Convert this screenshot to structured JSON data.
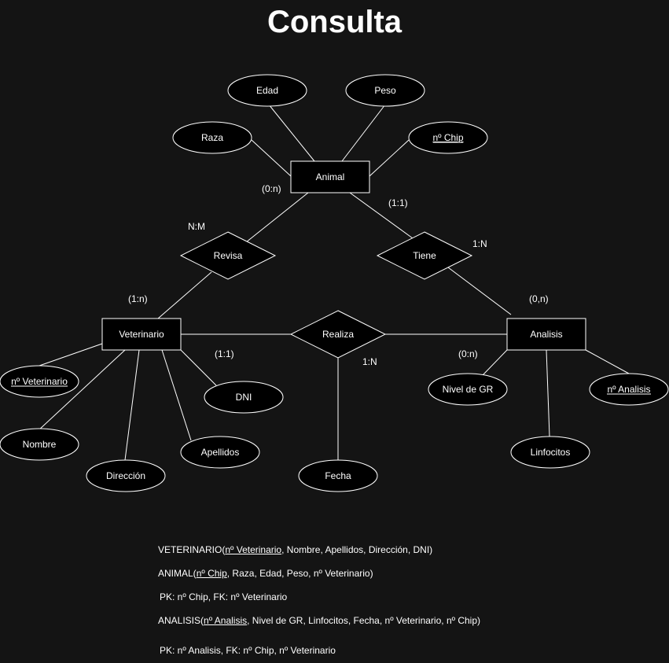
{
  "title": "Consulta",
  "entities": {
    "animal": "Animal",
    "veterinario": "Veterinario",
    "analisis": "Analisis"
  },
  "relationships": {
    "revisa": "Revisa",
    "tiene": "Tiene",
    "realiza": "Realiza"
  },
  "attributes": {
    "edad": "Edad",
    "peso": "Peso",
    "raza": "Raza",
    "n_chip": "nº Chip",
    "n_veterinario": "nº Veterinario",
    "nombre": "Nombre",
    "direccion": "Dirección",
    "apellidos": "Apellidos",
    "dni": "DNI",
    "fecha": "Fecha",
    "nivel_gr": "Nivel de GR",
    "linfocitos": "Linfocitos",
    "n_analisis": "nº Analisis"
  },
  "cardinalities": {
    "animal_revisa": "(0:n)",
    "revisa_ratio": "N:M",
    "veterinario_revisa": "(1:n)",
    "animal_tiene": "(1:1)",
    "tiene_ratio": "1:N",
    "analisis_tiene": "(0,n)",
    "veterinario_realiza": "(1:1)",
    "realiza_ratio": "1:N",
    "analisis_realiza": "(0:n)"
  },
  "schema": {
    "veterinario": {
      "prefix": "VETERINARIO(",
      "key": "nº Veterinario",
      "rest": ", Nombre, Apellidos, Dirección, DNI)"
    },
    "animal": {
      "prefix": "ANIMAL(",
      "key": "nº Chip",
      "rest": ", Raza, Edad, Peso, nº Veterinario)"
    },
    "animal_keys": "PK: nº Chip, FK: nº Veterinario",
    "analisis": {
      "prefix": "ANALISIS(",
      "key": "nº Analisis",
      "rest": ", Nivel de GR, Linfocitos, Fecha, nº Veterinario, nº Chip)"
    },
    "analisis_keys": "PK: nº Analisis, FK: nº Chip, nº Veterinario"
  },
  "colors": {
    "background": "#141414",
    "shape_fill": "#000000",
    "stroke": "#ffffff",
    "text": "#ffffff"
  }
}
